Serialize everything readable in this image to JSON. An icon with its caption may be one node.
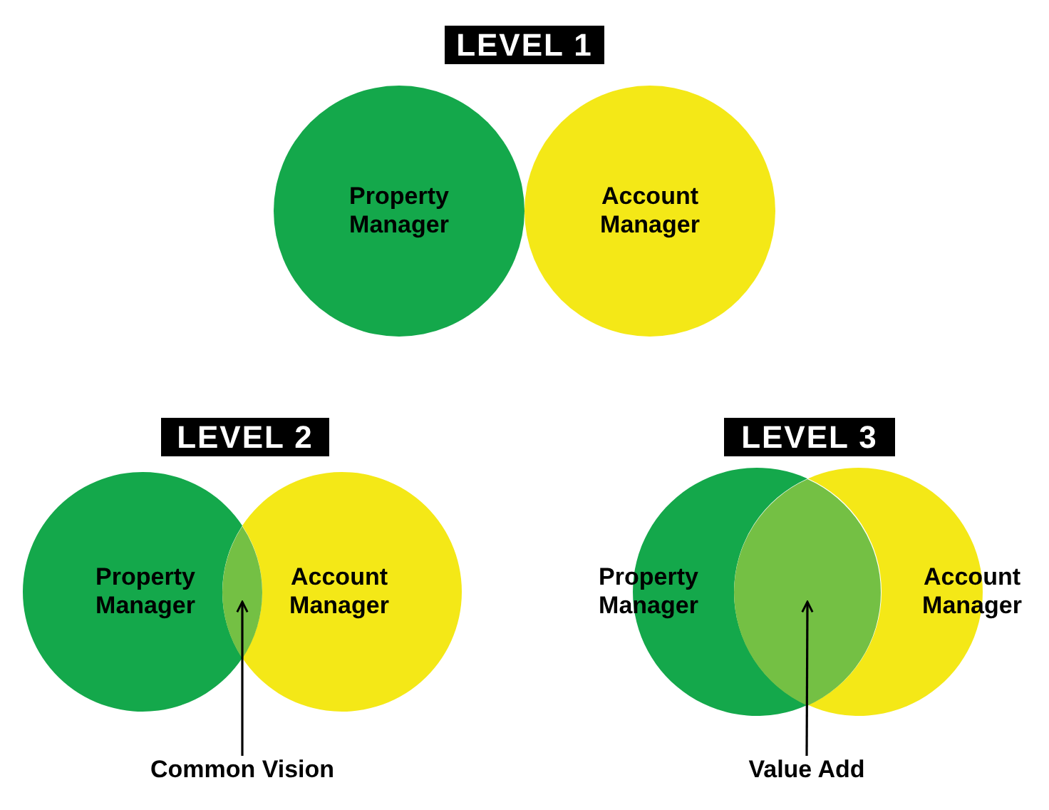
{
  "diagram": {
    "nodes": [
      {
        "text": [
          "LEVEL 1"
        ]
      },
      {
        "text": [
          "Property Manager"
        ]
      },
      {
        "text": [
          "Account Manager"
        ]
      },
      {
        "text": [
          "LEVEL 2"
        ]
      },
      {
        "text": [
          "Property Manager"
        ]
      },
      {
        "text": [
          "Account Manager"
        ]
      },
      {
        "text": [],
        "shape": "lens"
      },
      {
        "text": [
          "Common Vision"
        ]
      },
      {
        "text": [
          "LEVEL 3"
        ]
      },
      {
        "text": [
          "Property Manager"
        ]
      },
      {
        "text": [
          "Account Manager"
        ]
      },
      {
        "text": [],
        "shape": "lens"
      },
      {
        "text": [
          "Value Add"
        ]
      }
    ],
    "edges": [
      {
        "from": 7,
        "to": 6,
        "arrow": "to"
      },
      {
        "from": 12,
        "to": 11,
        "arrow": "to"
      }
    ]
  }
}
